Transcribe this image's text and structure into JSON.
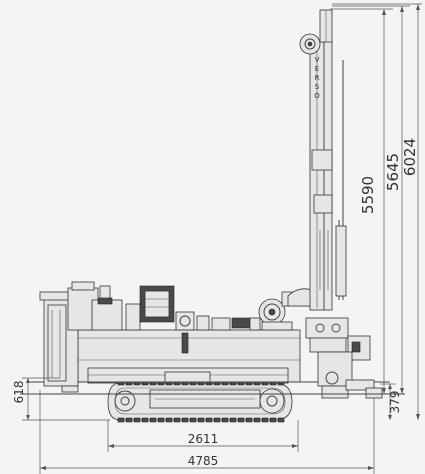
{
  "dimensions": {
    "mast_height_a": "5590",
    "mast_height_b": "5645",
    "overall_height": "6024",
    "track_height": "618",
    "ground_clearance": "379",
    "track_length": "2611",
    "overall_length": "4785"
  },
  "mast_lettering": "VERSO"
}
